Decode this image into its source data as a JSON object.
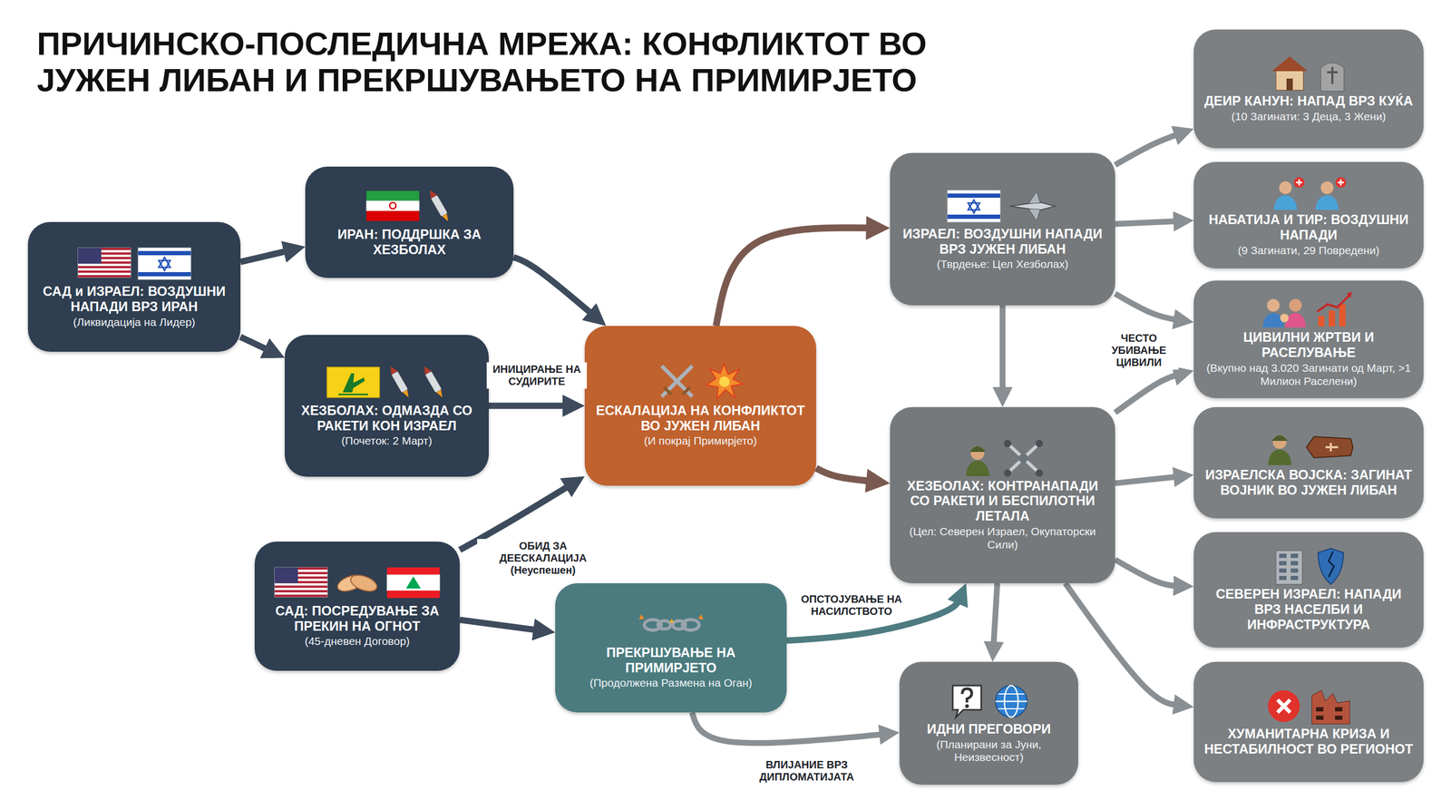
{
  "diagram": {
    "title": "ПРИЧИНСКО-ПОСЛЕДИЧНА МРЕЖА: КОНФЛИКТОТ ВО ЈУЖЕН ЛИБАН И ПРЕКРШУВАЊЕТО НА ПРИМИРЈЕТО",
    "nodes": [
      {
        "text": [
          "САД и ИЗРАЕЛ: ВОЗДУШНИ НАПАДИ ВРЗ ИРАН",
          "(Ликвидација на Лидер)"
        ]
      },
      {
        "text": [
          "ИРАН: ПОДДРШКА ЗА ХЕЗБОЛАХ"
        ]
      },
      {
        "text": [
          "ХЕЗБОЛАХ: ОДМАЗДА СО РАКЕТИ КОН ИЗРАЕЛ",
          "(Почеток: 2 Март)"
        ]
      },
      {
        "text": [
          "ЕСКАЛАЦИЈА НА КОНФЛИКТОТ ВО ЈУЖЕН ЛИБАН",
          "(И покрај Примирјето)"
        ]
      },
      {
        "text": [
          "САД: ПОСРЕДУВАЊЕ ЗА ПРЕКИН НА ОГНОТ",
          "(45-дневен Договор)"
        ]
      },
      {
        "text": [
          "ПРЕКРШУВАЊЕ НА ПРИМИРЈЕТО",
          "(Продолжена Размена на Оган)"
        ]
      },
      {
        "text": [
          "ИЗРАЕЛ: ВОЗДУШНИ НАПАДИ ВРЗ ЈУЖЕН ЛИБАН",
          "(Тврдење: Цел Хезболах)"
        ]
      },
      {
        "text": [
          "ХЕЗБОЛАХ: КОНТРАНАПАДИ СО РАКЕТИ И БЕСПИЛОТНИ ЛЕТАЛА",
          "(Цел: Северен Израел, Окупаторски Сили)"
        ]
      },
      {
        "text": [
          "ИДНИ ПРЕГОВОРИ",
          "(Планирани за Јуни, Неизвесност)"
        ]
      },
      {
        "text": [
          "ДЕИР КАНУН: НАПАД ВРЗ КУЌА",
          "(10 Загинати: 3 Деца, 3 Жени)"
        ]
      },
      {
        "text": [
          "НАБАТИЈА И ТИР: ВОЗДУШНИ НАПАДИ",
          "(9 Загинати, 29 Повредени)"
        ]
      },
      {
        "text": [
          "ЦИВИЛНИ ЖРТВИ И РАСЕЛУВАЊЕ",
          "(Вкупно над 3.020 Загинати од Март, >1 Милион Раселени)"
        ]
      },
      {
        "text": [
          "ИЗРАЕЛСКА ВОЈСКА: ЗАГИНАТ ВОЈНИК ВО ЈУЖЕН ЛИБАН"
        ]
      },
      {
        "text": [
          "СЕВЕРЕН ИЗРАЕЛ: НАПАДИ ВРЗ НАСЕЛБИ И ИНФРАСТРУКТУРА"
        ]
      },
      {
        "text": [
          "ХУМАНИТАРНА КРИЗА И НЕСТАБИЛНОСТ ВО РЕГИОНОТ"
        ]
      }
    ],
    "edges": [
      {
        "from": 0,
        "to": 1,
        "arrow": "to"
      },
      {
        "from": 0,
        "to": 2,
        "arrow": "to"
      },
      {
        "from": 1,
        "to": 3,
        "arrow": "to"
      },
      {
        "from": 2,
        "to": 3,
        "arrow": "to",
        "label": "ИНИЦИРАЊЕ НА СУДИРИТЕ"
      },
      {
        "from": 4,
        "to": 3,
        "arrow": "to",
        "label": "ОБИД ЗА ДЕЕСКАЛАЦИЈА (Неуспешен)"
      },
      {
        "from": 4,
        "to": 5,
        "arrow": "to"
      },
      {
        "from": 3,
        "to": 6,
        "arrow": "to"
      },
      {
        "from": 3,
        "to": 7,
        "arrow": "to"
      },
      {
        "from": 6,
        "to": 7,
        "arrow": "to"
      },
      {
        "from": 5,
        "to": 7,
        "arrow": "to",
        "label": "ОПСТОЈУВАЊЕ НА НАСИЛСТВОТО"
      },
      {
        "from": 5,
        "to": 8,
        "arrow": "to",
        "label": "ВЛИЈАНИЕ ВРЗ ДИПЛОМАТИЈАТА"
      },
      {
        "from": 7,
        "to": 8,
        "arrow": "to"
      },
      {
        "from": 6,
        "to": 9,
        "arrow": "to"
      },
      {
        "from": 6,
        "to": 10,
        "arrow": "to"
      },
      {
        "from": 6,
        "to": 11,
        "arrow": "to",
        "label": "ЧЕСТО УБИВАЊЕ ЦИВИЛИ"
      },
      {
        "from": 7,
        "to": 11,
        "arrow": "to"
      },
      {
        "from": 7,
        "to": 12,
        "arrow": "to"
      },
      {
        "from": 7,
        "to": 13,
        "arrow": "to"
      },
      {
        "from": 7,
        "to": 14,
        "arrow": "to"
      }
    ]
  }
}
